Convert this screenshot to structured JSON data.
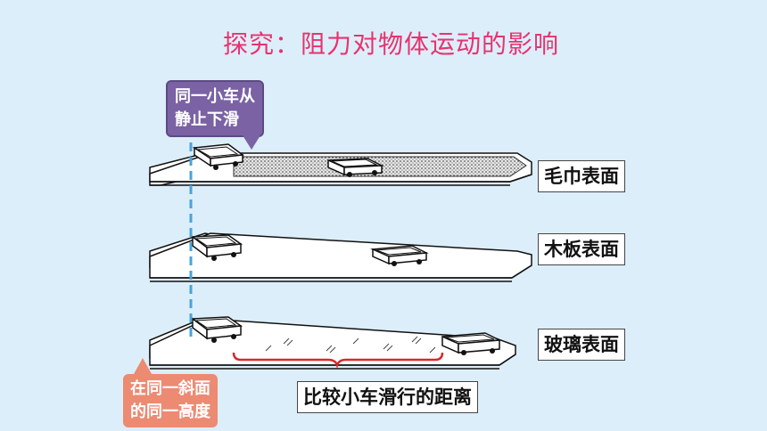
{
  "title": "探究：阻力对物体运动的影响",
  "callouts": {
    "top": [
      "同一小车从",
      "静止下滑"
    ],
    "bottom": [
      "在同一斜面",
      "的同一高度"
    ]
  },
  "surfaces": {
    "towel": "毛巾表面",
    "wood": "木板表面",
    "glass": "玻璃表面"
  },
  "compare_label": "比较小车滑行的距离",
  "colors": {
    "title": "#e8336e",
    "background": "#dceefa",
    "callout_top": "#7a62a4",
    "callout_bottom": "#ec8a72",
    "dashed_line": "#4aa3d8",
    "brace": "#d8282a"
  }
}
